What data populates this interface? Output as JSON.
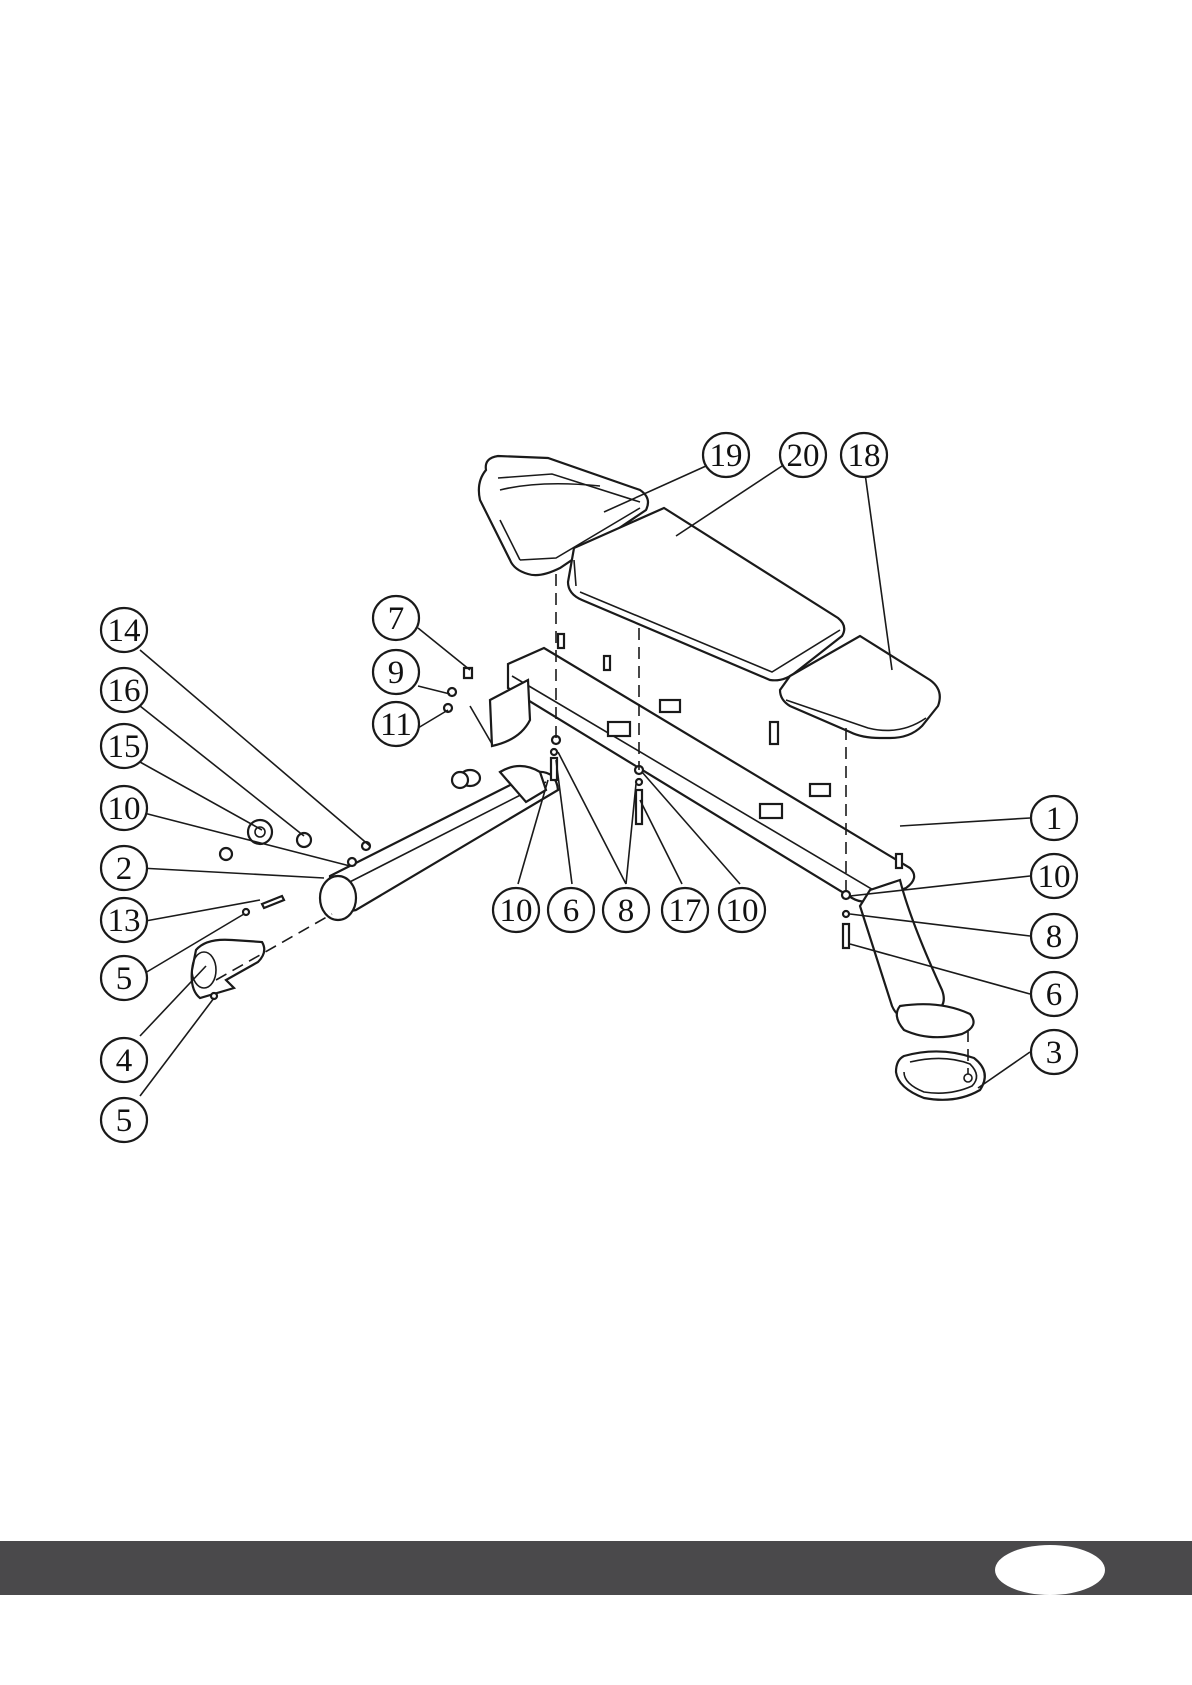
{
  "diagram": {
    "type": "exploded-parts-view",
    "callouts": [
      {
        "id": "c19",
        "label": "19"
      },
      {
        "id": "c20",
        "label": "20"
      },
      {
        "id": "c18",
        "label": "18"
      },
      {
        "id": "c14",
        "label": "14"
      },
      {
        "id": "c7",
        "label": "7"
      },
      {
        "id": "c16",
        "label": "16"
      },
      {
        "id": "c9",
        "label": "9"
      },
      {
        "id": "c11",
        "label": "11"
      },
      {
        "id": "c15",
        "label": "15"
      },
      {
        "id": "c10a",
        "label": "10"
      },
      {
        "id": "c2",
        "label": "2"
      },
      {
        "id": "c13",
        "label": "13"
      },
      {
        "id": "c5a",
        "label": "5"
      },
      {
        "id": "c4",
        "label": "4"
      },
      {
        "id": "c5b",
        "label": "5"
      },
      {
        "id": "c10b",
        "label": "10"
      },
      {
        "id": "c6a",
        "label": "6"
      },
      {
        "id": "c8a",
        "label": "8"
      },
      {
        "id": "c17",
        "label": "17"
      },
      {
        "id": "c10c",
        "label": "10"
      },
      {
        "id": "c1",
        "label": "1"
      },
      {
        "id": "c10d",
        "label": "10"
      },
      {
        "id": "c8b",
        "label": "8"
      },
      {
        "id": "c6b",
        "label": "6"
      },
      {
        "id": "c3",
        "label": "3"
      }
    ]
  },
  "footer": {
    "bar_color": "#4a494b",
    "page_number": ""
  }
}
